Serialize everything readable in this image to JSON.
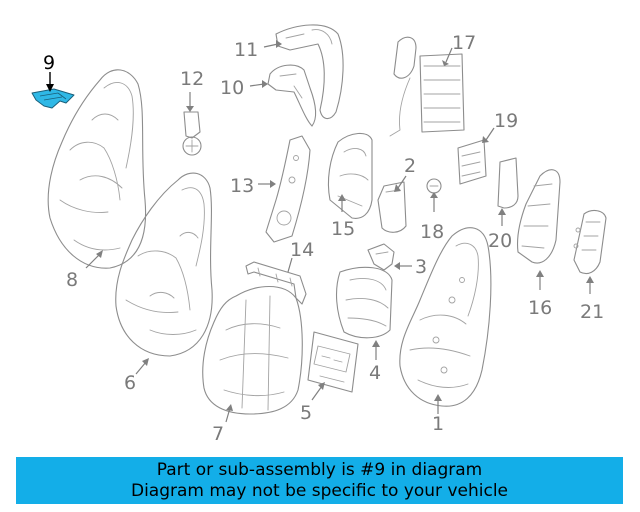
{
  "diagram": {
    "highlight_color": "#2fb8e6",
    "line_color": "#8d8d8d",
    "highlighted_callout": "9",
    "callouts": {
      "c1": "1",
      "c2": "2",
      "c3": "3",
      "c4": "4",
      "c5": "5",
      "c6": "6",
      "c7": "7",
      "c8": "8",
      "c9": "9",
      "c10": "10",
      "c11": "11",
      "c12": "12",
      "c13": "13",
      "c14": "14",
      "c15": "15",
      "c16": "16",
      "c17": "17",
      "c18": "18",
      "c19": "19",
      "c20": "20",
      "c21": "21"
    }
  },
  "banner": {
    "background": "#13aee8",
    "line1": "Part or sub-assembly is #9 in diagram",
    "line2": "Diagram may not be specific to your vehicle"
  }
}
